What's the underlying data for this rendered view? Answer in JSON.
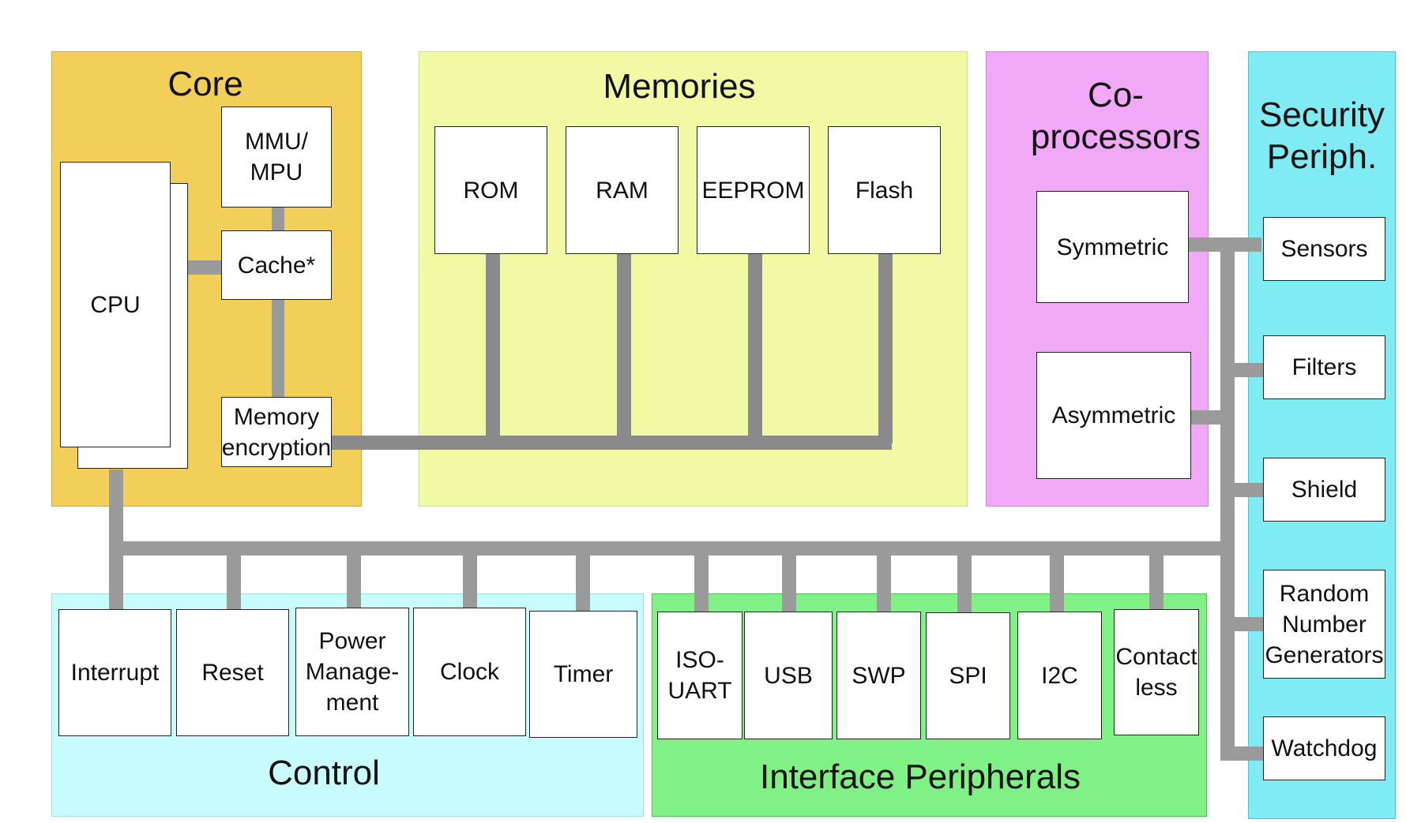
{
  "colors": {
    "core": "#f2cf59",
    "memories": "#f1f9a4",
    "coprocessors": "#f0a8f7",
    "security": "#7fecf3",
    "control": "#c8fcfc",
    "interface": "#80f184",
    "bus": "#9a9a9a"
  },
  "core": {
    "title": "Core",
    "cpu": "CPU",
    "mmu": "MMU/\nMPU",
    "cache": "Cache*",
    "memenc": "Memory\nencryption"
  },
  "memories": {
    "title": "Memories",
    "items": [
      "ROM",
      "RAM",
      "EEPROM",
      "Flash"
    ]
  },
  "coprocessors": {
    "title": "Co-\nprocessors",
    "items": [
      "Symmetric",
      "Asymmetric"
    ]
  },
  "security": {
    "title": "Security\nPeriph.",
    "items": [
      "Sensors",
      "Filters",
      "Shield",
      "Random\nNumber\nGenerators",
      "Watchdog"
    ]
  },
  "control": {
    "title": "Control",
    "items": [
      "Interrupt",
      "Reset",
      "Power\nManage-\nment",
      "Clock",
      "Timer"
    ]
  },
  "interface": {
    "title": "Interface Peripherals",
    "items": [
      "ISO-\nUART",
      "USB",
      "SWP",
      "SPI",
      "I2C",
      "Contact\nless"
    ]
  }
}
